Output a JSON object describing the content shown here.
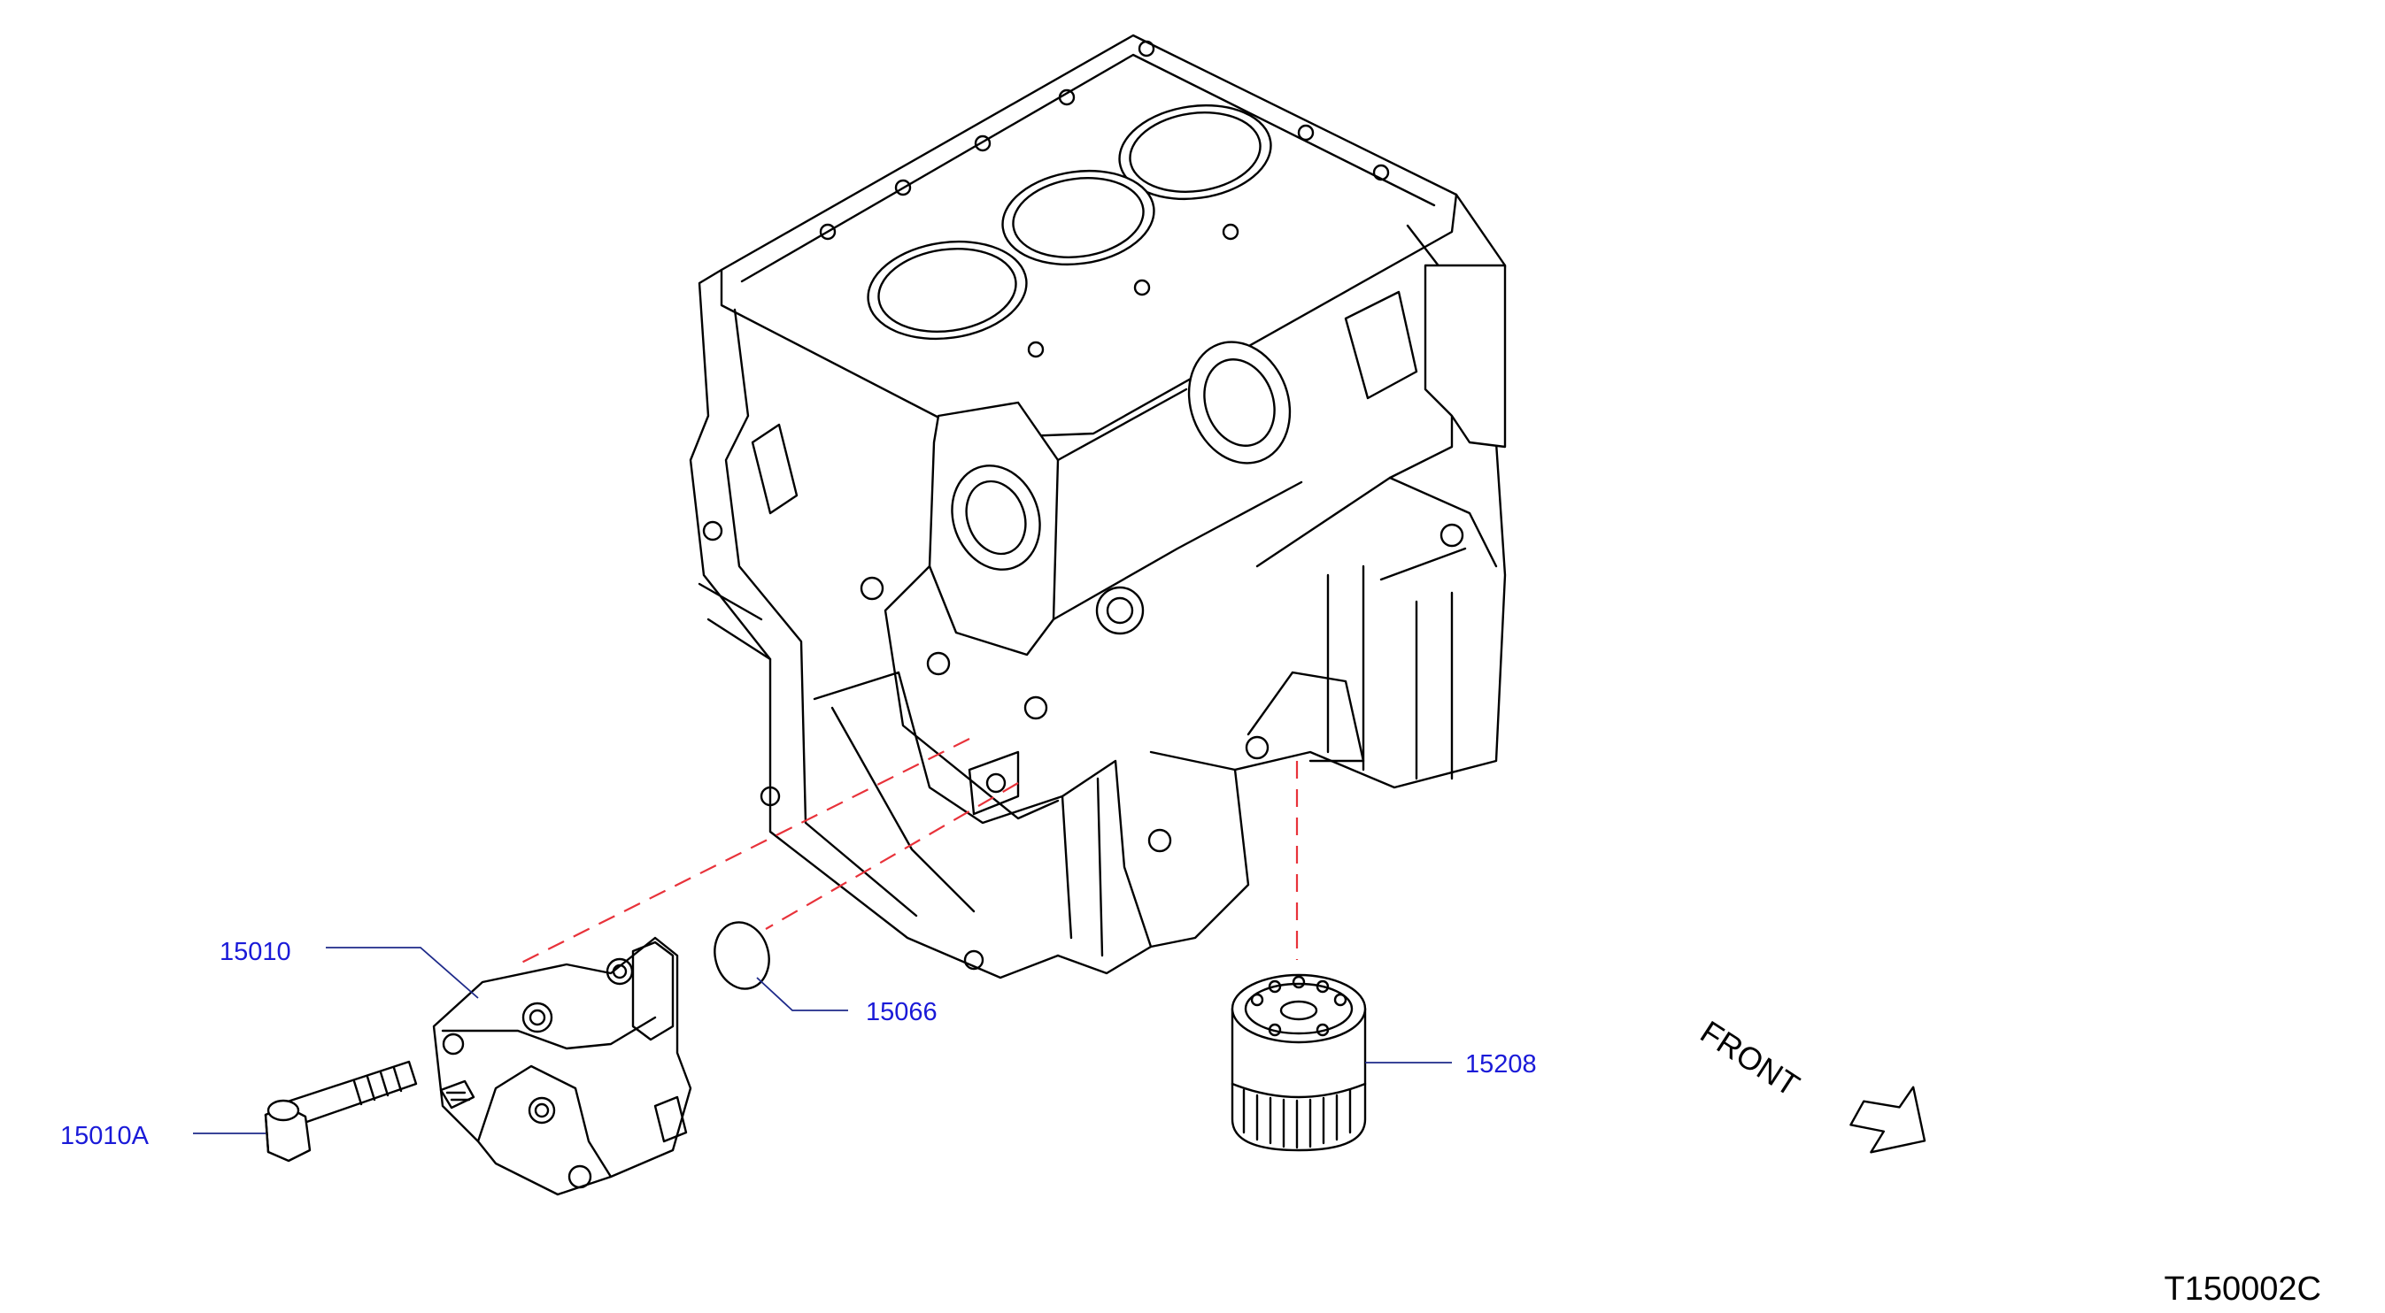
{
  "labels": {
    "oil_pump": "15010",
    "oil_pump_bolt": "15010A",
    "gasket": "15066",
    "oil_filter": "15208",
    "front": "FRONT",
    "illustration_code": "T150002C"
  },
  "colors": {
    "line": "#000000",
    "label": "#1a1ad8",
    "leader": "#1e2a8a",
    "dashed": "#e8323a",
    "background": "#ffffff"
  },
  "icons": {
    "front_arrow": "outline-arrow-down-right"
  }
}
